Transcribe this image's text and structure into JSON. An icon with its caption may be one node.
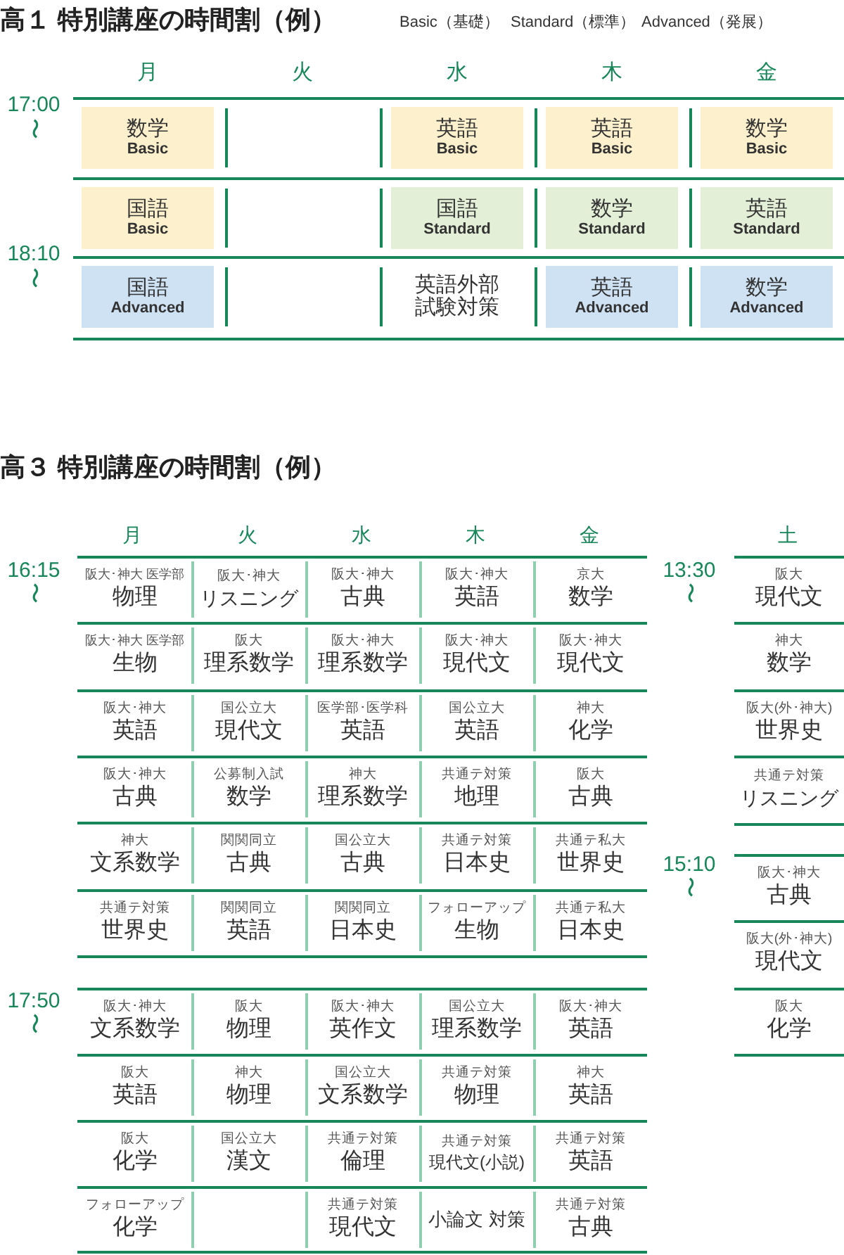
{
  "diagram": {
    "title": "高１ 特別講座の時間割（例）",
    "nodes": [
      {
        "text": [
          "数学",
          "Basic"
        ]
      },
      {
        "text": [
          "英語",
          "Basic"
        ]
      },
      {
        "text": [
          "英語",
          "Basic"
        ]
      },
      {
        "text": [
          "数学",
          "Basic"
        ]
      },
      {
        "text": [
          "国語",
          "Basic"
        ]
      },
      {
        "text": [
          "国語",
          "Standard"
        ]
      },
      {
        "text": [
          "数学",
          "Standard"
        ]
      },
      {
        "text": [
          "英語",
          "Standard"
        ]
      },
      {
        "text": [
          "国語",
          "Advanced"
        ]
      },
      {
        "text": [
          "英語外部試験対策"
        ]
      },
      {
        "text": [
          "英語",
          "Advanced"
        ]
      },
      {
        "text": [
          "数学",
          "Advanced"
        ]
      },
      {
        "text": [
          "阪大･神大 医学部",
          "物理"
        ]
      },
      {
        "text": [
          "阪大･神大",
          "リスニング"
        ]
      },
      {
        "text": [
          "阪大･神大",
          "古典"
        ]
      },
      {
        "text": [
          "阪大･神大",
          "英語"
        ]
      },
      {
        "text": [
          "京大",
          "数学"
        ]
      },
      {
        "text": [
          "阪大･神大 医学部",
          "生物"
        ]
      },
      {
        "text": [
          "阪大",
          "理系数学"
        ]
      },
      {
        "text": [
          "阪大･神大",
          "理系数学"
        ]
      },
      {
        "text": [
          "阪大･神大",
          "現代文"
        ]
      },
      {
        "text": [
          "阪大･神大",
          "現代文"
        ]
      },
      {
        "text": [
          "阪大･神大",
          "英語"
        ]
      },
      {
        "text": [
          "国公立大",
          "現代文"
        ]
      },
      {
        "text": [
          "医学部･医学科",
          "英語"
        ]
      },
      {
        "text": [
          "国公立大",
          "英語"
        ]
      },
      {
        "text": [
          "神大",
          "化学"
        ]
      },
      {
        "text": [
          "阪大･神大",
          "古典"
        ]
      },
      {
        "text": [
          "公募制入試",
          "数学"
        ]
      },
      {
        "text": [
          "神大",
          "理系数学"
        ]
      },
      {
        "text": [
          "共通テ対策",
          "地理"
        ]
      },
      {
        "text": [
          "阪大",
          "古典"
        ]
      },
      {
        "text": [
          "神大",
          "文系数学"
        ]
      },
      {
        "text": [
          "関関同立",
          "古典"
        ]
      },
      {
        "text": [
          "国公立大",
          "古典"
        ]
      },
      {
        "text": [
          "共通テ対策",
          "日本史"
        ]
      },
      {
        "text": [
          "共通テ私大",
          "世界史"
        ]
      },
      {
        "text": [
          "共通テ対策",
          "世界史"
        ]
      },
      {
        "text": [
          "関関同立",
          "英語"
        ]
      },
      {
        "text": [
          "関関同立",
          "日本史"
        ]
      },
      {
        "text": [
          "フォローアップ",
          "生物"
        ]
      },
      {
        "text": [
          "共通テ私大",
          "日本史"
        ]
      },
      {
        "text": [
          "阪大･神大",
          "文系数学"
        ]
      },
      {
        "text": [
          "阪大",
          "物理"
        ]
      },
      {
        "text": [
          "阪大･神大",
          "英作文"
        ]
      },
      {
        "text": [
          "国公立大",
          "理系数学"
        ]
      },
      {
        "text": [
          "阪大･神大",
          "英語"
        ]
      },
      {
        "text": [
          "阪大",
          "英語"
        ]
      },
      {
        "text": [
          "神大",
          "物理"
        ]
      },
      {
        "text": [
          "国公立大",
          "文系数学"
        ]
      },
      {
        "text": [
          "共通テ対策",
          "物理"
        ]
      },
      {
        "text": [
          "神大",
          "英語"
        ]
      },
      {
        "text": [
          "阪大",
          "化学"
        ]
      },
      {
        "text": [
          "国公立大",
          "漢文"
        ]
      },
      {
        "text": [
          "共通テ対策",
          "倫理"
        ]
      },
      {
        "text": [
          "共通テ対策",
          "現代文(小説)"
        ]
      },
      {
        "text": [
          "共通テ対策",
          "英語"
        ]
      },
      {
        "text": [
          "フォローアップ",
          "化学"
        ]
      },
      {
        "text": [
          "共通テ対策",
          "現代文"
        ]
      },
      {
        "text": [
          "小論文 対策"
        ]
      },
      {
        "text": [
          "共通テ対策",
          "古典"
        ]
      },
      {
        "text": [
          "阪大",
          "現代文"
        ]
      },
      {
        "text": [
          "神大",
          "数学"
        ]
      },
      {
        "text": [
          "阪大(外･神大)",
          "世界史"
        ]
      },
      {
        "text": [
          "共通テ対策",
          "リスニング"
        ]
      },
      {
        "text": [
          "阪大･神大",
          "古典"
        ]
      },
      {
        "text": [
          "阪大(外･神大)",
          "現代文"
        ]
      },
      {
        "text": [
          "阪大",
          "化学"
        ]
      }
    ],
    "labels": [
      "Basic（基礎）",
      "Standard（標準）",
      "Advanced（発展）",
      "月",
      "火",
      "水",
      "木",
      "金",
      "17:00",
      "〜",
      "18:10",
      "〜",
      "高３ 特別講座の時間割（例）",
      "月",
      "火",
      "水",
      "木",
      "金",
      "土",
      "16:15",
      "〜",
      "13:30",
      "〜",
      "15:10",
      "〜",
      "17:50",
      "〜"
    ]
  }
}
